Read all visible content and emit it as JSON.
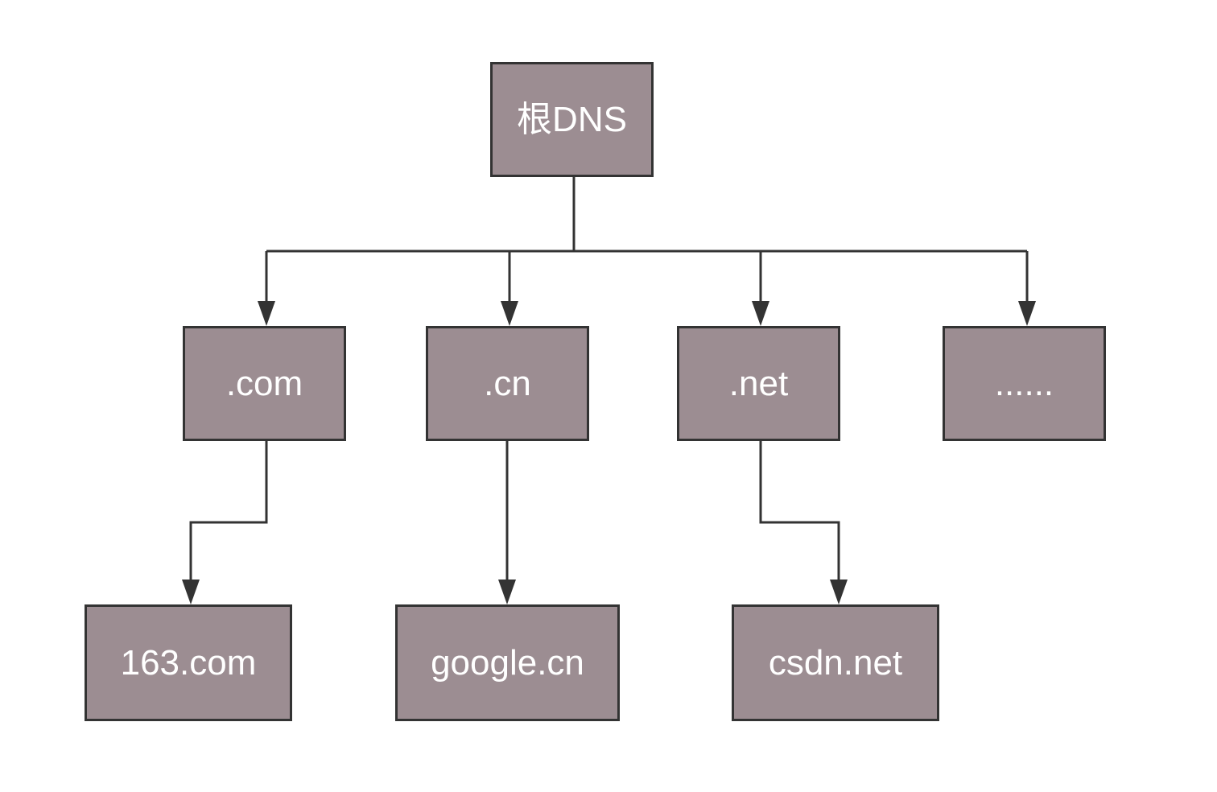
{
  "nodes": {
    "root": "根DNS",
    "com": ".com",
    "cn": ".cn",
    "net": ".net",
    "more": "......",
    "domain_163": "163.com",
    "domain_google": "google.cn",
    "domain_csdn": "csdn.net"
  },
  "edges": [
    {
      "from": "root",
      "to": "com"
    },
    {
      "from": "root",
      "to": "cn"
    },
    {
      "from": "root",
      "to": "net"
    },
    {
      "from": "root",
      "to": "more"
    },
    {
      "from": "com",
      "to": "domain_163"
    },
    {
      "from": "cn",
      "to": "domain_google"
    },
    {
      "from": "net",
      "to": "domain_csdn"
    }
  ],
  "colors": {
    "node_fill": "#9c8d92",
    "stroke": "#333333",
    "text": "#ffffff"
  }
}
